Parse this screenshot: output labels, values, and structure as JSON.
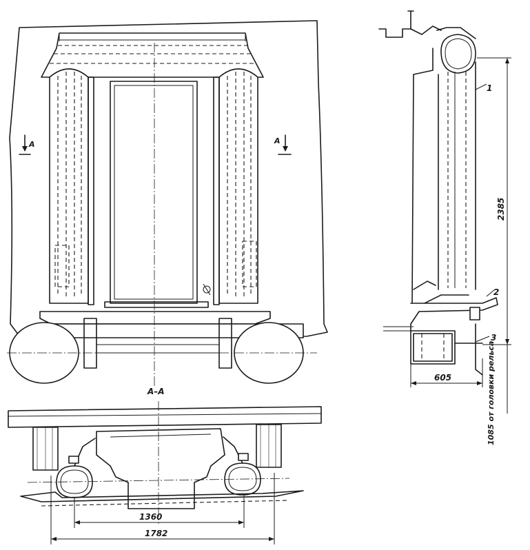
{
  "front_view": {
    "section_mark_left": "A",
    "section_mark_right": "A"
  },
  "side_view": {
    "callouts": [
      "1",
      "2",
      "3"
    ],
    "dim_height": "2385",
    "dim_depth": "605",
    "dim_rail_note": "1085 от головки рельса"
  },
  "section_view": {
    "title": "A–A",
    "dim_inner": "1360",
    "dim_outer": "1782"
  }
}
